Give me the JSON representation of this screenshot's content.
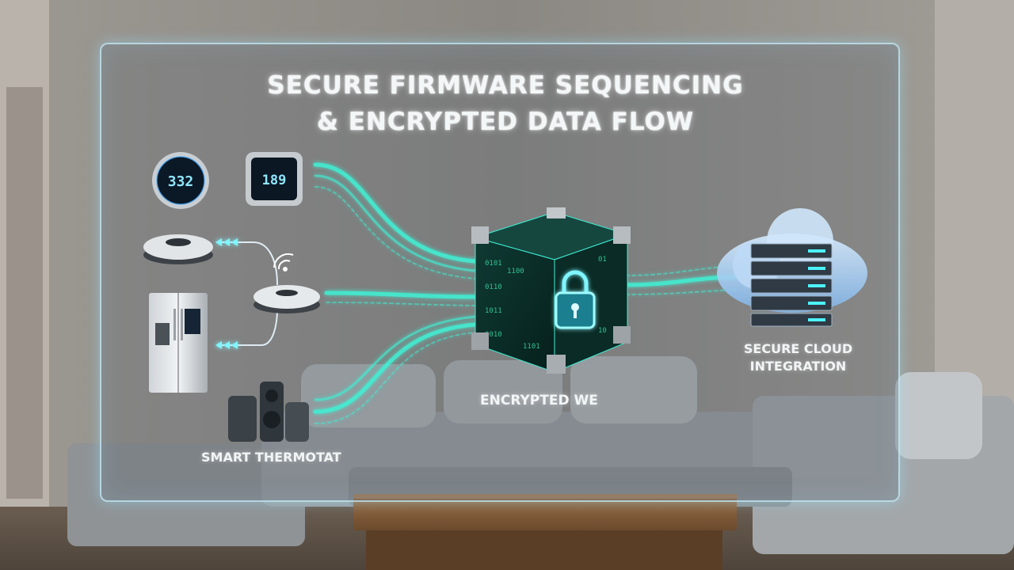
{
  "panel": {
    "title_line1": "SECURE FIRMWARE SEQUENCING",
    "title_line2": "& ENCRYPTED DATA FLOW"
  },
  "devices": {
    "round_thermostat_display": "332",
    "square_thermostat_display": "189",
    "thermostat_label": "SMART THERMOTAT"
  },
  "hub": {
    "label": "ENCRYPTED WE"
  },
  "cloud": {
    "label_line1": "SECURE CLOUD",
    "label_line2": "INTEGRATION"
  },
  "colors": {
    "glow": "#3ff0d4",
    "panel_border": "#c8f0ff",
    "screen_digits": "#8fe6ff"
  }
}
